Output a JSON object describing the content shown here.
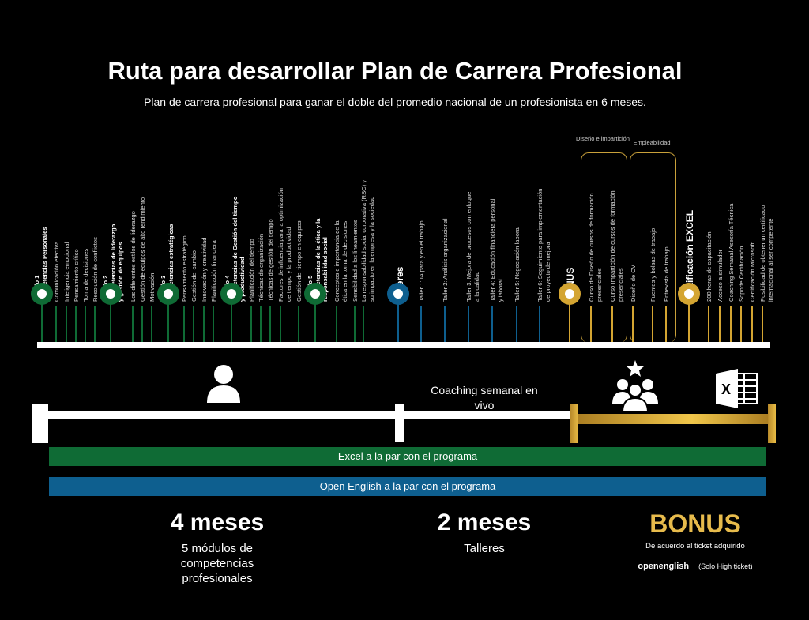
{
  "title": "Ruta para desarrollar Plan de Carrera Profesional",
  "subtitle": "Plan de carrera profesional para ganar el doble del promedio nacional de un profesionista en 6 meses.",
  "colors": {
    "green": "#0f6b35",
    "blue": "#0e5f8f",
    "gold": "#d4a532",
    "white": "#ffffff"
  },
  "timeline": {
    "modules": [
      {
        "head": [
          "Módulo 1",
          "Competencias Personales"
        ],
        "items": [
          [
            "Comunicación efectiva"
          ],
          [
            "Inteligencia emocional"
          ],
          [
            "Pensamiento crítico"
          ],
          [
            "Toma de decisiones"
          ],
          [
            "Resolución de conflictos"
          ]
        ]
      },
      {
        "head": [
          "Módulo 2",
          "Competencias de liderazgo",
          "y gestión de equipos"
        ],
        "items": [
          [
            "Los diferentes estilos de liderazgo"
          ],
          [
            "Gestión de equipos de alto rendimiento"
          ],
          [
            "Motivación"
          ]
        ]
      },
      {
        "head": [
          "Módulo 3",
          "Competencias estratégicas"
        ],
        "items": [
          [
            "Pensamiento estratégico"
          ],
          [
            "Gestión del cambio"
          ],
          [
            "Innovación y creatividad"
          ],
          [
            "Planificación financiera"
          ]
        ]
      },
      {
        "head": [
          "Módulo 4",
          "Competencias de Gestión del tiempo",
          "y productividad"
        ],
        "items": [
          [
            "Planificación del tiempo"
          ],
          [
            "Técnicas de organización"
          ],
          [
            "Técnicas de gestión del tiempo"
          ],
          [
            "Factores de influencia para la optimización",
            "de tiempo y la productividad"
          ],
          [
            "Gestión del tiempo en equipos"
          ]
        ]
      },
      {
        "head": [
          "Módulo 5",
          "Competencias de la ética y la",
          "responsabilidad social"
        ],
        "items": [
          [
            "Conceptos e importancia de la",
            "ética en la toma de decisiones"
          ],
          [
            "Sensibilidad a los lineamientos"
          ],
          [
            "La responsabilidad social corporativa (RSC) y",
            "su impacto en la empresa y la sociedad"
          ]
        ]
      }
    ],
    "talleres": {
      "head": [
        "Talleres"
      ],
      "items": [
        [
          "Taller 1:  IA para y en el trabajo"
        ],
        [
          "Taller 2: Análisis organizacional"
        ],
        [
          "Taller 3: Mejora de procesos con enfoque",
          "a la calidad"
        ],
        [
          "Taller 4:  Educación financiera personal",
          "y laboral"
        ],
        [
          "Taller 5:  Negociación laboral"
        ],
        [
          "Taller 6:  Seguimiento para implementación",
          "de proyecto de mejora"
        ]
      ]
    },
    "bonus": {
      "head": [
        "BONUS"
      ],
      "items": [
        [
          "Curso de Diseño de cursos de formación",
          "presenciales"
        ],
        [
          "Curso Impartición de cursos de formación",
          "presenciales"
        ],
        [
          "Diseño de CV"
        ],
        [
          "Fuentes y bolsas de trabajo"
        ],
        [
          "Entrevista de trabajo"
        ]
      ],
      "group1": "Diseño e impartición",
      "group2": "Empleabilidad"
    },
    "excel": {
      "head": [
        "Certificación EXCEL"
      ],
      "items": [
        [
          "200 horas de capacitación"
        ],
        [
          "Acceso a simulador"
        ],
        [
          "Coaching Semanal Asesoría Técnica"
        ],
        [
          "Soporte Certificación"
        ],
        [
          "Certificación Microsoft"
        ],
        [
          "Posibilidad de obtener un certificado",
          "internacional al ser competente"
        ]
      ]
    }
  },
  "coaching": "Coaching semanal en vivo",
  "excel_bar": "Excel a la par con el programa",
  "english_bar": "Open English a la par con el programa",
  "stats": [
    {
      "big": "4 meses",
      "small": "5 módulos de competencias profesionales"
    },
    {
      "big": "2 meses",
      "small": "Talleres"
    }
  ],
  "bonus_block": {
    "big": "BONUS",
    "small": "De acuerdo al ticket adquirido",
    "logo": "openenglish",
    "note": "(Solo High ticket)"
  }
}
